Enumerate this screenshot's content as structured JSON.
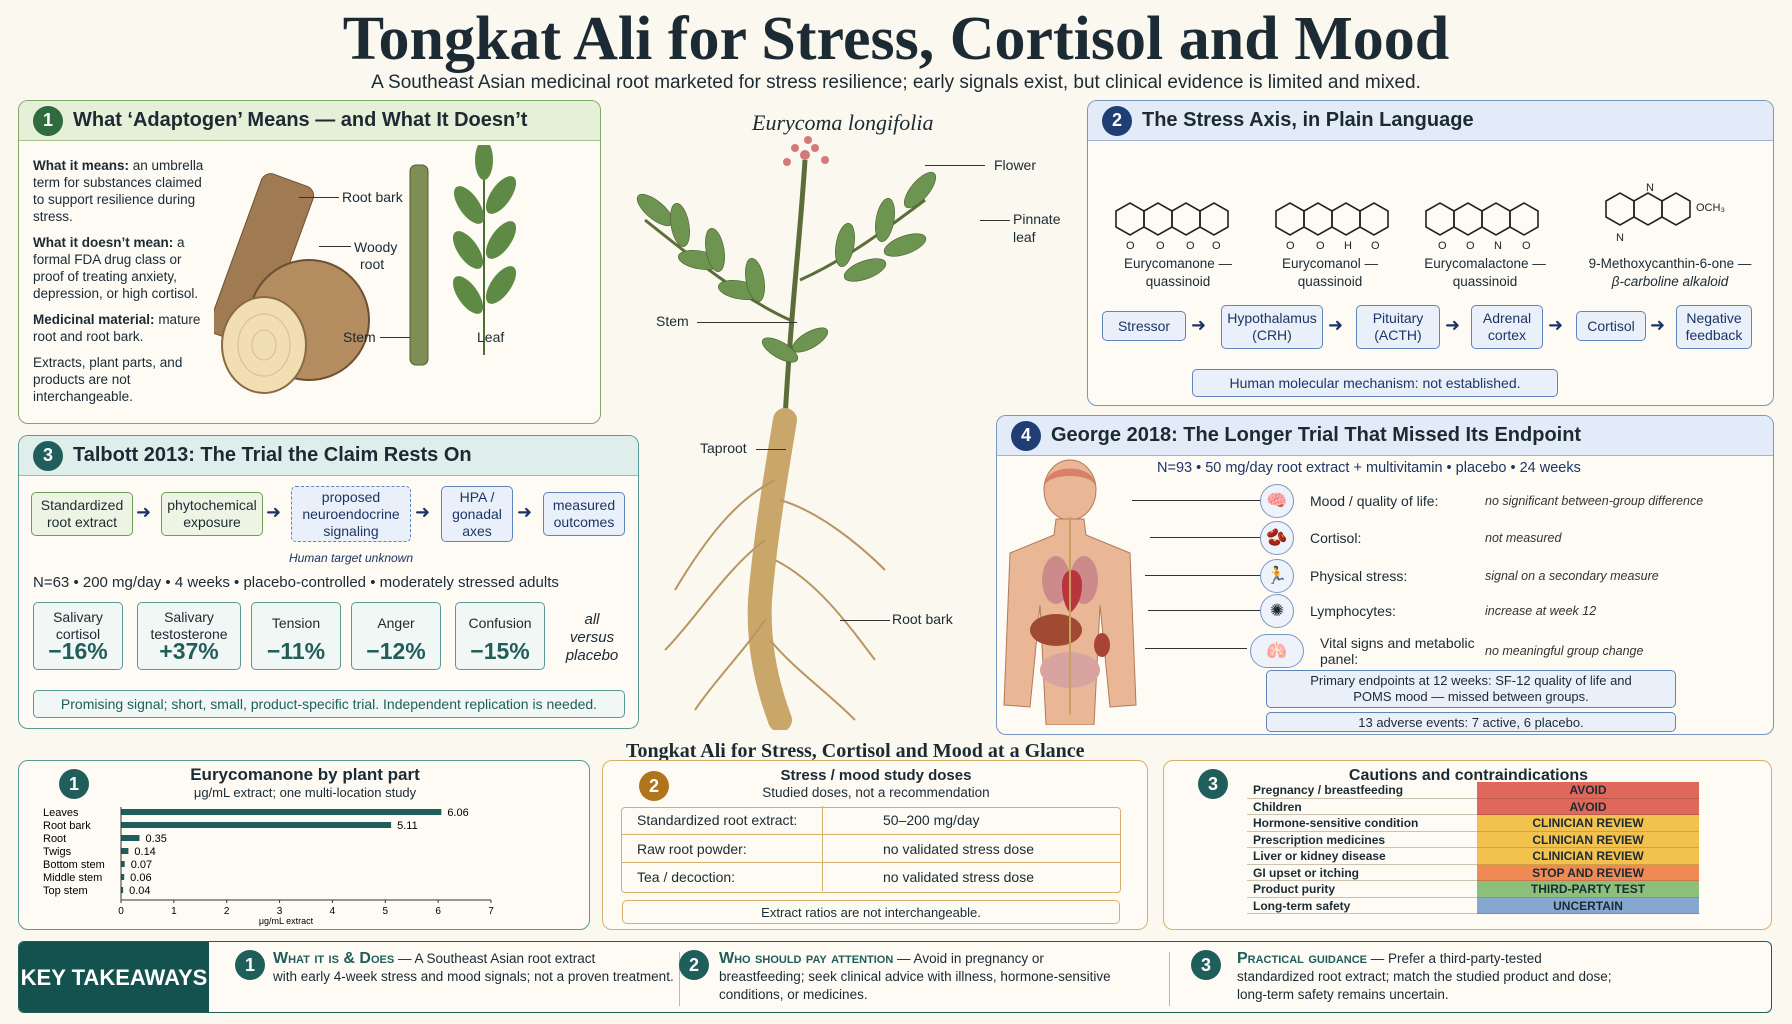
{
  "header": {
    "title": "Tongkat Ali for Stress, Cortisol and Mood",
    "subtitle": "A Southeast Asian medicinal root marketed for stress resilience; early signals exist, but clinical evidence is limited and mixed."
  },
  "panel1": {
    "number": "1",
    "title": "What ‘Adaptogen’ Means — and What It Doesn’t",
    "means_label": "What it means:",
    "means_text": "an umbrella term for substances claimed to support resilience during stress.",
    "not_label": "What it doesn’t mean:",
    "not_text": "a formal FDA drug class or proof of treating anxiety, depression, or high cortisol.",
    "material_label": "Medicinal material:",
    "material_text": "mature root and root bark.",
    "extracts_text": "Extracts, plant parts, and products are not interchangeable.",
    "labels": {
      "root_bark": "Root bark",
      "woody_root_1": "Woody",
      "woody_root_2": "root",
      "stem": "Stem",
      "leaf": "Leaf"
    }
  },
  "plant": {
    "species": "Eurycoma longifolia",
    "labels": {
      "flower": "Flower",
      "pinnate_1": "Pinnate",
      "pinnate_2": "leaf",
      "stem": "Stem",
      "taproot": "Taproot",
      "root_bark": "Root bark"
    }
  },
  "panel2": {
    "number": "2",
    "title": "The Stress Axis, in Plain Language",
    "compounds": [
      {
        "name": "Eurycomanone —",
        "class": "quassinoid"
      },
      {
        "name": "Eurycomanol —",
        "class": "quassinoid"
      },
      {
        "name": "Eurycomalactone —",
        "class": "quassinoid"
      },
      {
        "name": "9-Methoxycanthin-6-one —",
        "class": "β-carboline alkaloid"
      }
    ],
    "flow": [
      {
        "line1": "Stressor",
        "line2": ""
      },
      {
        "line1": "Hypothalamus",
        "line2": "(CRH)"
      },
      {
        "line1": "Pituitary",
        "line2": "(ACTH)"
      },
      {
        "line1": "Adrenal",
        "line2": "cortex"
      },
      {
        "line1": "Cortisol",
        "line2": ""
      },
      {
        "line1": "Negative",
        "line2": "feedback"
      }
    ],
    "note": "Human molecular mechanism: not established."
  },
  "panel3": {
    "number": "3",
    "title": "Talbott 2013: The Trial the Claim Rests On",
    "flow": [
      {
        "line1": "Standardized",
        "line2": "root extract"
      },
      {
        "line1": "phytochemical",
        "line2": "exposure"
      },
      {
        "line1": "proposed",
        "line2": "neuroendocrine",
        "line3": "signaling"
      },
      {
        "line1": "HPA /",
        "line2": "gonadal",
        "line3": "axes"
      },
      {
        "line1": "measured",
        "line2": "outcomes"
      }
    ],
    "target_note": "Human target unknown",
    "design": "N=63 • 200 mg/day • 4 weeks • placebo-controlled • moderately stressed adults",
    "metrics": [
      {
        "label1": "Salivary",
        "label2": "cortisol",
        "value": "−16%"
      },
      {
        "label1": "Salivary",
        "label2": "testosterone",
        "value": "+37%"
      },
      {
        "label1": "Tension",
        "label2": "",
        "value": "−11%"
      },
      {
        "label1": "Anger",
        "label2": "",
        "value": "−12%"
      },
      {
        "label1": "Confusion",
        "label2": "",
        "value": "−15%"
      }
    ],
    "versus": [
      "all",
      "versus",
      "placebo"
    ],
    "conclusion": "Promising signal; short, small, product-specific trial. Independent replication is needed."
  },
  "panel4": {
    "number": "4",
    "title": "George 2018: The Longer Trial That Missed Its Endpoint",
    "design": "N=93 • 50 mg/day root extract + multivitamin • placebo • 24 weeks",
    "rows": [
      {
        "icon": "brain-icon",
        "key": "Mood / quality of life:",
        "value": "no significant between-group difference"
      },
      {
        "icon": "kidney-icon",
        "key": "Cortisol:",
        "value": "not measured"
      },
      {
        "icon": "runner-icon",
        "key": "Physical stress:",
        "value": "signal on a secondary measure"
      },
      {
        "icon": "cell-icon",
        "key": "Lymphocytes:",
        "value": "increase at week 12"
      },
      {
        "icon": "organs-icon",
        "key": "Vital signs and metabolic panel:",
        "value": "no meaningful group change"
      }
    ],
    "primary_1": "Primary endpoints at 12 weeks: SF-12 quality of life and",
    "primary_2": "POMS mood — missed between groups.",
    "adverse": "13 adverse events: 7 active, 6 placebo."
  },
  "glance": {
    "title": "Tongkat Ali for Stress, Cortisol and Mood at a Glance"
  },
  "chart_data": {
    "type": "bar",
    "title": "Eurycomanone by plant part",
    "subtitle": "μg/mL extract; one multi-location study",
    "xlabel": "μg/mL extract",
    "categories": [
      "Leaves",
      "Root bark",
      "Root",
      "Twigs",
      "Bottom stem",
      "Middle stem",
      "Top stem"
    ],
    "values": [
      6.06,
      5.11,
      0.35,
      0.14,
      0.07,
      0.06,
      0.04
    ],
    "value_labels": [
      "6.06",
      "5.11",
      "0.35",
      "0.14",
      "0.07",
      "0.06",
      "0.04"
    ],
    "xlim": [
      0,
      7
    ],
    "ticks": [
      "0",
      "1",
      "2",
      "3",
      "4",
      "5",
      "6",
      "7"
    ],
    "orientation": "horizontal",
    "bar_color": "#1f5e5a"
  },
  "doses": {
    "number": "2",
    "title": "Stress / mood study doses",
    "subtitle": "Studied doses, not a recommendation",
    "rows": [
      {
        "form": "Standardized root extract:",
        "dose": "50–200 mg/day"
      },
      {
        "form": "Raw root powder:",
        "dose": "no validated stress dose"
      },
      {
        "form": "Tea / decoction:",
        "dose": "no validated stress dose"
      }
    ],
    "note": "Extract ratios are not interchangeable."
  },
  "cautions": {
    "number": "3",
    "title": "Cautions and contraindications",
    "rows": [
      {
        "item": "Pregnancy / breastfeeding",
        "status": "AVOID",
        "color": "#e0685a"
      },
      {
        "item": "Children",
        "status": "AVOID",
        "color": "#e0685a"
      },
      {
        "item": "Hormone-sensitive condition",
        "status": "CLINICIAN REVIEW",
        "color": "#f2c14e"
      },
      {
        "item": "Prescription medicines",
        "status": "CLINICIAN REVIEW",
        "color": "#f2c14e"
      },
      {
        "item": "Liver or kidney disease",
        "status": "CLINICIAN REVIEW",
        "color": "#f2c14e"
      },
      {
        "item": "GI upset or itching",
        "status": "STOP AND REVIEW",
        "color": "#ef8a55"
      },
      {
        "item": "Product purity",
        "status": "THIRD-PARTY TEST",
        "color": "#8cc07a"
      },
      {
        "item": "Long-term safety",
        "status": "UNCERTAIN",
        "color": "#86a7cf"
      }
    ]
  },
  "takeaways": {
    "label": "KEY TAKEAWAYS",
    "items": [
      {
        "number": "1",
        "head": "What it is & Does",
        "text1": " — A Southeast Asian root extract",
        "text2": "with early 4-week stress and mood signals; not a proven treatment."
      },
      {
        "number": "2",
        "head": "Who should pay attention",
        "text1": " — Avoid in pregnancy or",
        "text2": "breastfeeding; seek clinical advice with illness, hormone-sensitive",
        "text3": "conditions, or medicines."
      },
      {
        "number": "3",
        "head": "Practical guidance",
        "text1": " — Prefer a third-party-tested",
        "text2": "standardized root extract; match the studied product and dose;",
        "text3": "long-term safety remains uncertain."
      }
    ]
  }
}
